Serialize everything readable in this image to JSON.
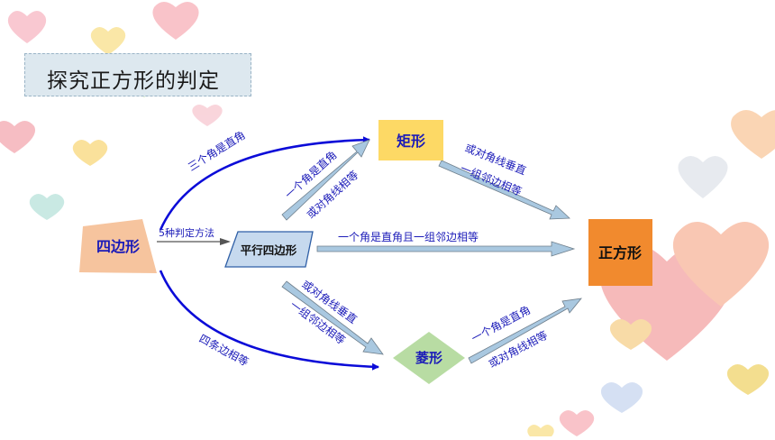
{
  "title": "探究正方形的判定",
  "nodes": {
    "quad": "四边形",
    "para": "平行四边形",
    "rect": "矩形",
    "rhombus": "菱形",
    "square": "正方形"
  },
  "edges": {
    "methods": "5种判定方法",
    "quad_rect": "三个角是直角",
    "quad_rhombus": "四条边相等",
    "para_rect_1": "一个角是直角",
    "para_rect_2": "或对角线相等",
    "para_square": "一个角是直角且一组邻边相等",
    "para_rhombus_1": "或对角线垂直",
    "para_rhombus_2": "一组邻边相等",
    "rect_square_1": "或对角线垂直",
    "rect_square_2": "一组邻边相等",
    "rhombus_square_1": "一个角是直角",
    "rhombus_square_2": "或对角线相等"
  },
  "colors": {
    "label_text": "#1a1ab8",
    "curve": "#0b0bd8",
    "quad_fill": "#f6c49e",
    "para_fill": "#c6d9ee",
    "para_stroke": "#2f5fa6",
    "rect_fill": "#fdd965",
    "rhombus_fill": "#b8dca3",
    "square_fill": "#f18a2e",
    "arrow_fill": "#a9c8e0"
  }
}
